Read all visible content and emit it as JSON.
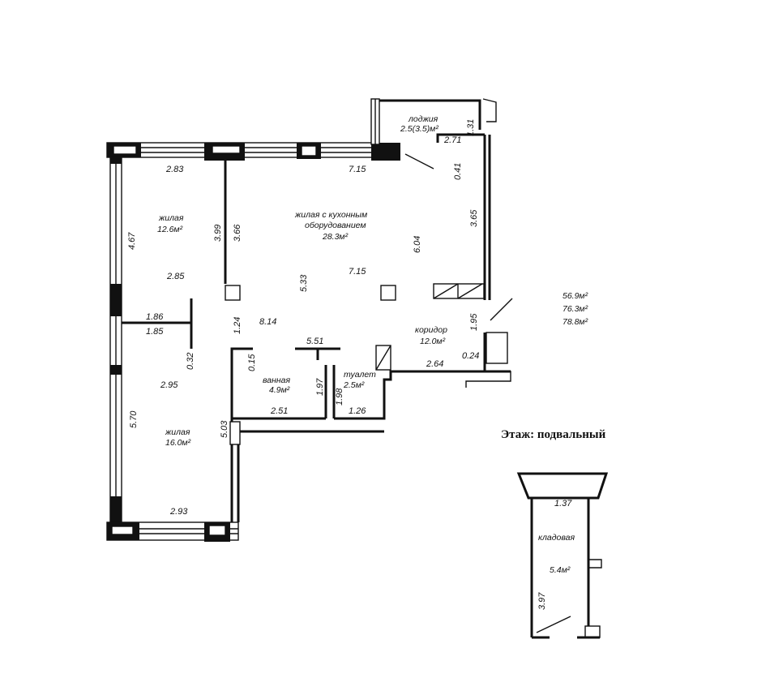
{
  "rooms": {
    "loggia": {
      "name": "лоджия",
      "area": "2.5(3.5)м²"
    },
    "living_top": {
      "name": "жилая",
      "area": "12.6м²"
    },
    "kitchen_living": {
      "name_line1": "жилая с кухонным",
      "name_line2": "оборудованием",
      "area": "28.3м²"
    },
    "corridor": {
      "name": "коридор",
      "area": "12.0м²"
    },
    "bathroom": {
      "name": "ванная",
      "area": "4.9м²"
    },
    "toilet": {
      "name": "туалет",
      "area": "2.5м²"
    },
    "living_bottom": {
      "name": "жилая",
      "area": "16.0м²"
    },
    "storage": {
      "name": "кладовая",
      "area": "5.4м²"
    }
  },
  "totals": [
    "56.9м²",
    "76.3м²",
    "78.8м²"
  ],
  "floor_label": "Этаж: подвальный",
  "dimensions": {
    "d283": "2.83",
    "d715_top": "7.15",
    "d131": "1.31",
    "d271": "2.71",
    "d041": "0.41",
    "d467": "4.67",
    "d399": "3.99",
    "d366": "3.66",
    "d365": "3.65",
    "d604": "6.04",
    "d285": "2.85",
    "d533": "5.33",
    "d715_mid": "7.15",
    "d186": "1.86",
    "d185": "1.85",
    "d124": "1.24",
    "d814": "8.14",
    "d195": "1.95",
    "d551": "5.51",
    "d032": "0.32",
    "d015": "0.15",
    "d024": "0.24",
    "d264": "2.64",
    "d295": "2.95",
    "d197": "1.97",
    "d198": "1.98",
    "d570": "5.70",
    "d503": "5.03",
    "d251": "2.51",
    "d126": "1.26",
    "d293": "2.93",
    "d137": "1.37",
    "d397": "3.97"
  }
}
